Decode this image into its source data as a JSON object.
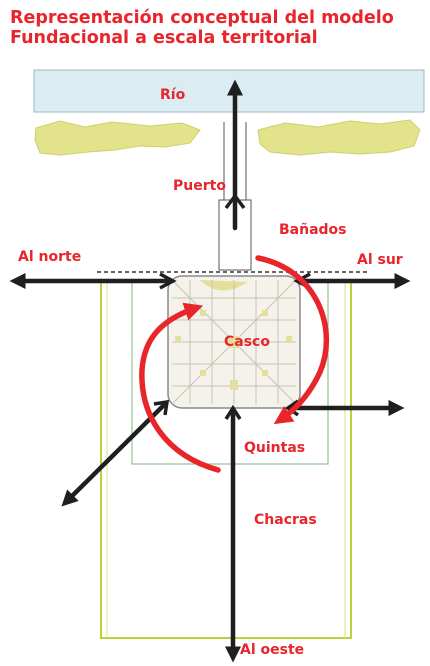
{
  "title": {
    "line1": "Representación conceptual del modelo",
    "line2": "Fundacional a escala territorial"
  },
  "labels": {
    "river": "Río",
    "port": "Puerto",
    "wetlands": "Bañados",
    "north": "Al norte",
    "south": "Al sur",
    "core": "Casco",
    "quintas": "Quintas",
    "chacras": "Chacras",
    "west": "Al oeste"
  },
  "colors": {
    "accent": "#e8252b",
    "river": "#dcecf3",
    "land": "#e2e38a",
    "chacras_outline": "#b8d23a",
    "quintas_outline": "#8fc48f",
    "arrows": "#1f1f1f"
  }
}
